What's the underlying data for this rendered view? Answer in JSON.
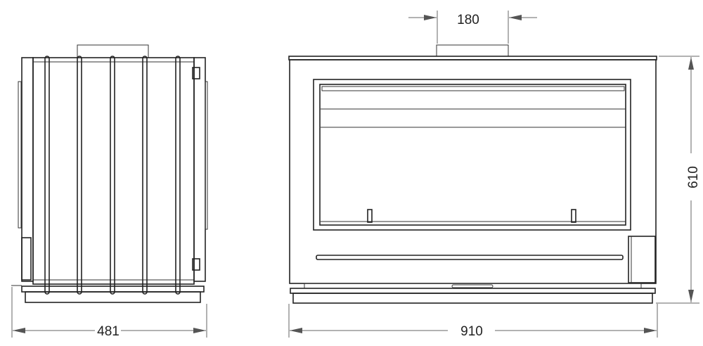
{
  "dimensions": {
    "side_depth": "481",
    "front_width": "910",
    "front_height": "610",
    "flue_width": "180"
  },
  "colors": {
    "line": "#222222",
    "dimension_line": "#666666",
    "background": "#ffffff"
  }
}
